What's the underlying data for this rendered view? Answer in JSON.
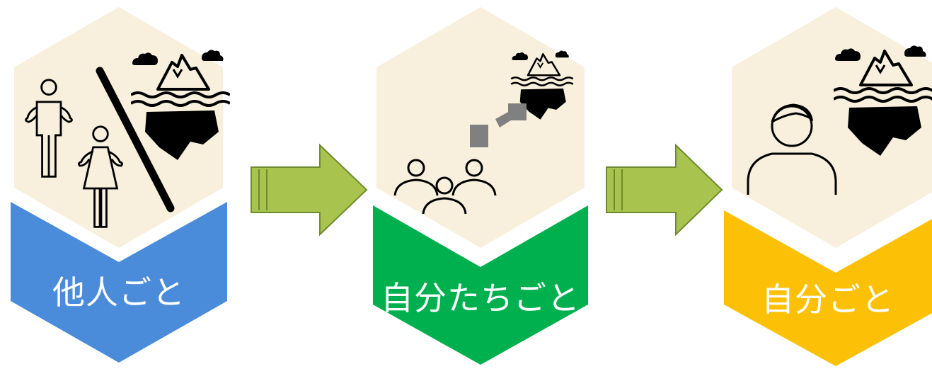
{
  "stages": [
    {
      "label": "他人ごと",
      "color": "#4A8CDA",
      "icons": [
        "two-people-icon",
        "divider-line-icon",
        "iceberg-icon"
      ]
    },
    {
      "label": "自分たちごと",
      "color": "#00B04F",
      "icons": [
        "iceberg-icon",
        "broken-bridge-icon",
        "group-icon"
      ]
    },
    {
      "label": "自分ごと",
      "color": "#FCC006",
      "icons": [
        "person-icon",
        "iceberg-icon"
      ]
    }
  ],
  "colors": {
    "hexagon_fill": "#F8F0DD",
    "arrow_fill": "#A8C44E",
    "arrow_stroke": "#6F8B2E",
    "bridge_fill": "#808080"
  }
}
